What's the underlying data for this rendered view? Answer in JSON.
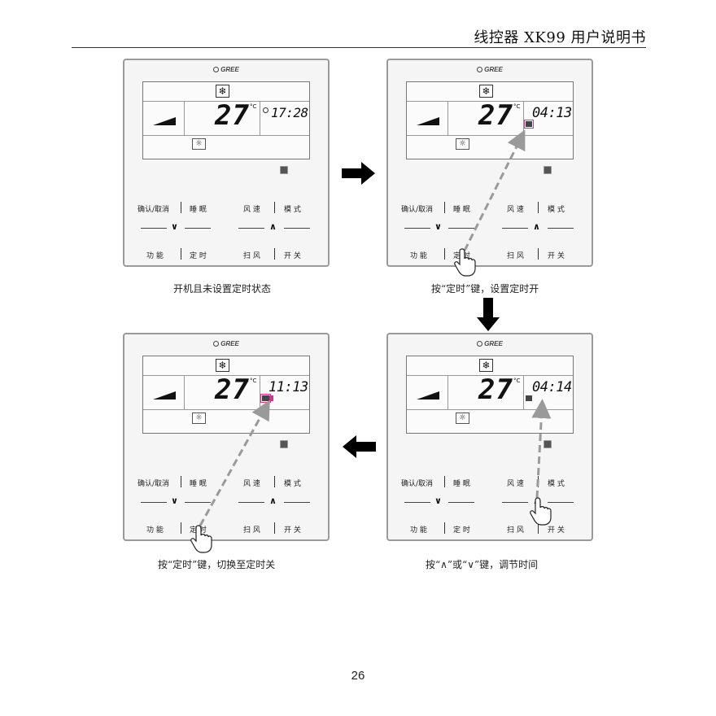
{
  "header": {
    "title": "线控器 XK99 用户说明书"
  },
  "page_number": "26",
  "panels": [
    {
      "brand": "GREE",
      "temp": "27",
      "degree": "°C",
      "time": "17:28",
      "show_clock": true,
      "timer_mark": "none",
      "caption": "开机且未设置定时状态"
    },
    {
      "brand": "GREE",
      "temp": "27",
      "degree": "°C",
      "time": "04:13",
      "show_clock": false,
      "timer_mark": "highlight",
      "caption": "按“定时”键，设置定时开"
    },
    {
      "brand": "GREE",
      "temp": "27",
      "degree": "°C",
      "time": "04:14",
      "show_clock": false,
      "timer_mark": "plain",
      "caption": "按“∧”或“∨”键，调节时间"
    },
    {
      "brand": "GREE",
      "temp": "27",
      "degree": "°C",
      "time": "11:13",
      "show_clock": false,
      "timer_mark": "double",
      "caption": "按“定时”键，切换至定时关"
    }
  ],
  "buttons": {
    "confirm_cancel": "确认/取消",
    "sleep": "睡 眠",
    "fan_speed": "风 速",
    "mode": "模 式",
    "function": "功 能",
    "timer": "定 时",
    "swing": "扫 风",
    "power": "开 关",
    "down": "∨",
    "up": "∧"
  },
  "icons": {
    "mode": "snowflake-icon",
    "sun": "sun-icon",
    "hand": "hand-pointer-icon",
    "fan": "fan-level-bars-icon"
  },
  "colors": {
    "highlight": "#e3338f",
    "arrow_gray": "#9a9a9a",
    "flow_arrow": "#000000"
  }
}
